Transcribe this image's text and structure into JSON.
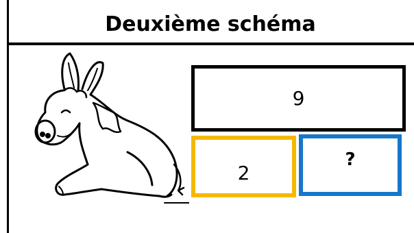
{
  "title": "Deuxième schéma",
  "boxes": {
    "total": "9",
    "part": "2",
    "unknown": "?"
  },
  "colors": {
    "total_border": "#000000",
    "part_border": "#f5b800",
    "unknown_border": "#1677c8"
  },
  "illustration": "donkey-lying-down"
}
